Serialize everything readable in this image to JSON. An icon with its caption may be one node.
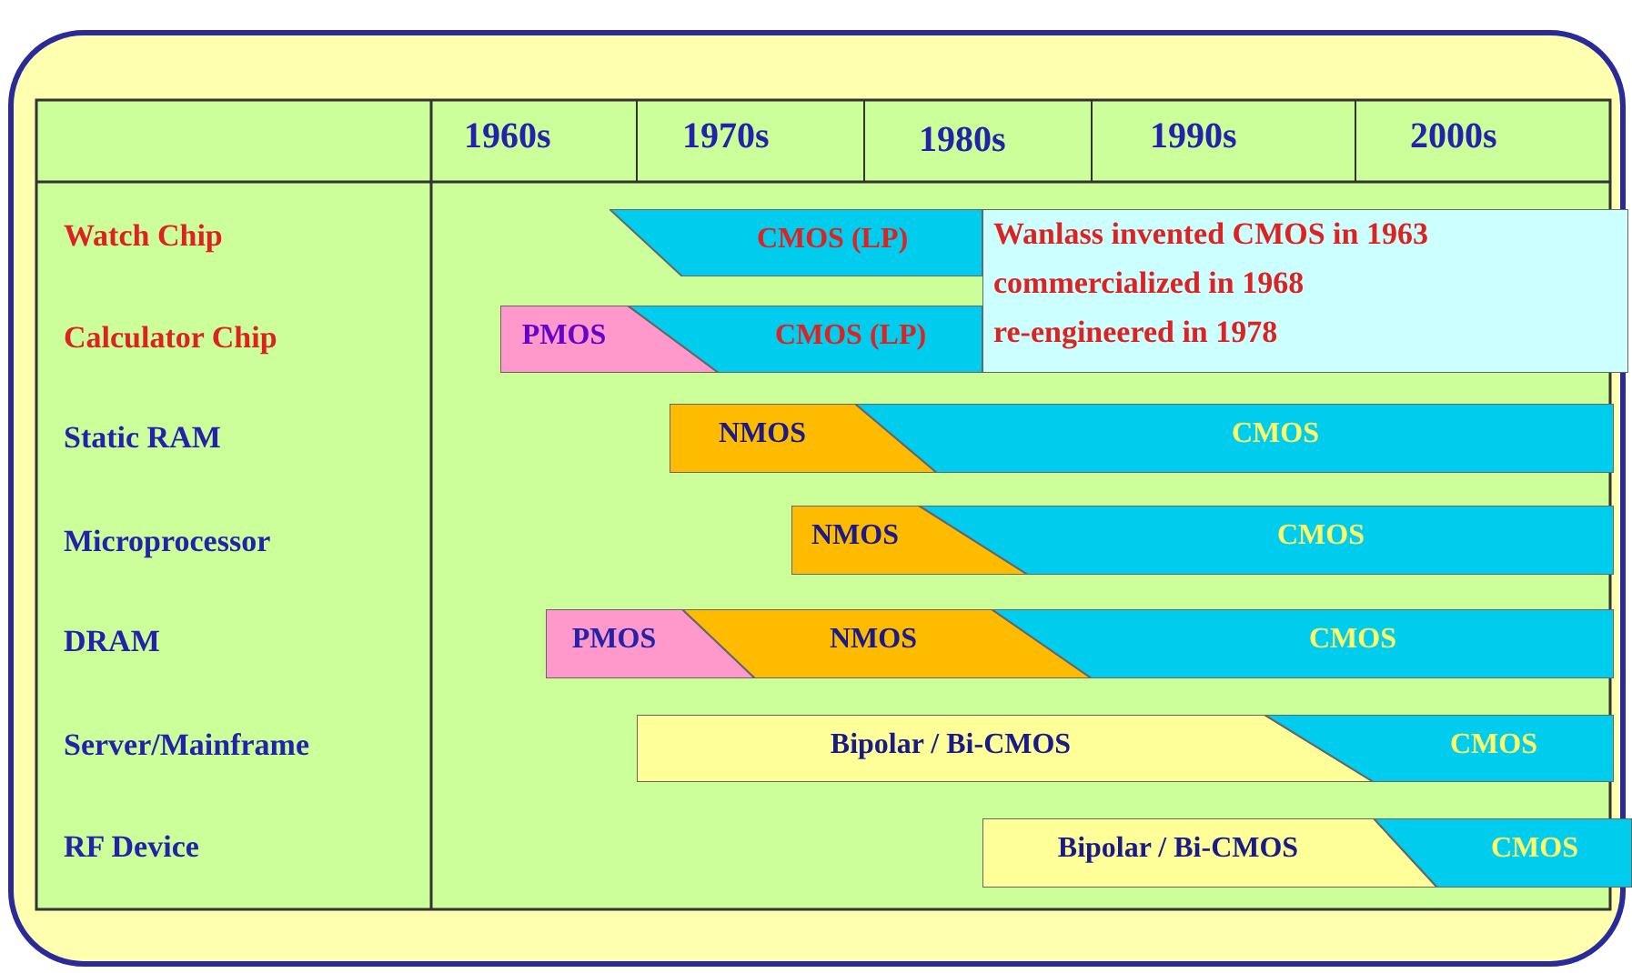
{
  "diagram": {
    "nodes": [
      {
        "text": [
          "CMOS (LP)"
        ]
      },
      {
        "text": [
          "Wanlass invented CMOS in 1963",
          "commercialized in 1968",
          "re-engineered in 1978"
        ]
      },
      {
        "text": [
          "PMOS"
        ]
      },
      {
        "text": [
          "CMOS (LP)"
        ]
      },
      {
        "text": [
          "NMOS"
        ]
      },
      {
        "text": [
          "CMOS"
        ]
      },
      {
        "text": [
          "NMOS"
        ]
      },
      {
        "text": [
          "CMOS"
        ]
      },
      {
        "text": [
          "PMOS"
        ]
      },
      {
        "text": [
          "NMOS"
        ]
      },
      {
        "text": [
          "CMOS"
        ]
      },
      {
        "text": [
          "Bipolar / Bi-CMOS"
        ]
      },
      {
        "text": [
          "CMOS"
        ]
      },
      {
        "text": [
          "Bipolar / Bi-CMOS"
        ]
      },
      {
        "text": [
          "CMOS"
        ]
      }
    ],
    "labels": [
      "1960s",
      "1970s",
      "1980s",
      "1990s",
      "2000s",
      "Watch Chip",
      "Calculator Chip",
      "Static RAM",
      "Microprocessor",
      "DRAM",
      "Server/Mainframe",
      "RF Device"
    ]
  }
}
